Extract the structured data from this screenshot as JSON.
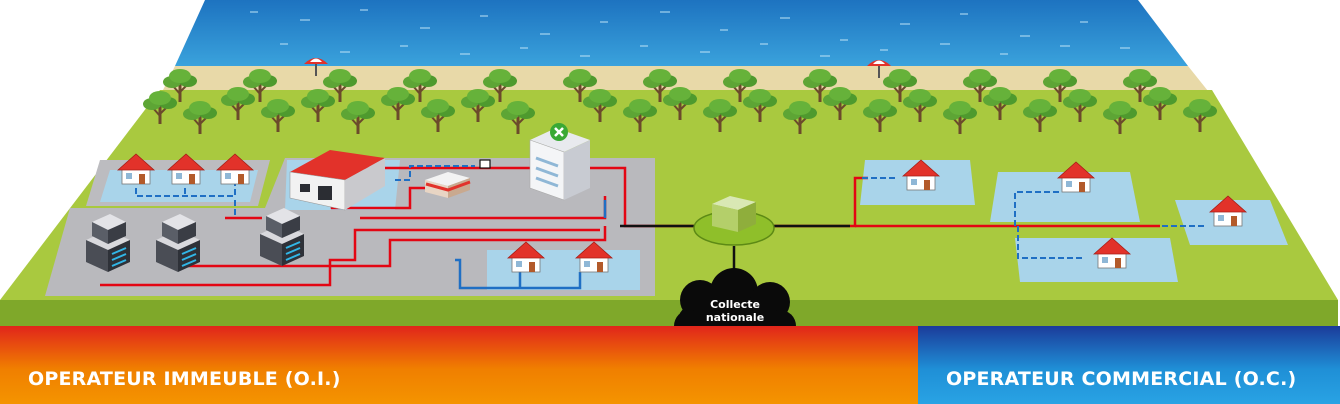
{
  "cloud": {
    "line1": "Collecte",
    "line2": "nationale"
  },
  "bands": {
    "left": {
      "label": "OPERATEUR IMMEUBLE (O.I.)",
      "color": "#f07f00"
    },
    "right": {
      "label": "OPERATEUR COMMERCIAL (O.C.)",
      "color": "#1f8fd6"
    }
  },
  "colors": {
    "sea": "#2f8fd0",
    "sand": "#e8d9a8",
    "grass": "#a9c93f",
    "paved": "#b9b9bd",
    "plot": "#a9d4ea",
    "red_line": "#e30613",
    "blue_dashed": "#1f6fc4",
    "black_line": "#111111"
  },
  "icons": [
    "house-icon",
    "tree-icon",
    "parasol-icon",
    "hospital-icon",
    "warehouse-icon",
    "office-building-icon",
    "shop-icon",
    "cabinet-icon",
    "cloud-icon"
  ]
}
